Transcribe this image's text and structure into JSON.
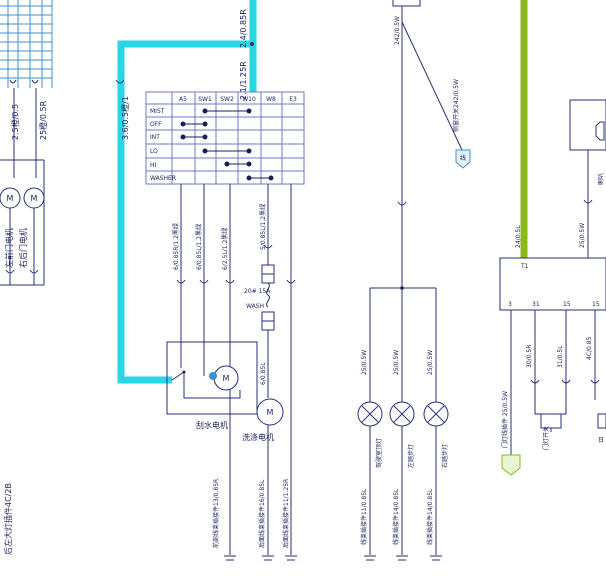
{
  "colors": {
    "wire": "#2a2f7a",
    "wire_light": "#3d8fd0",
    "highlight_cyan": "#29d6e6",
    "highlight_green": "#8ab81c",
    "background": "#ffffff"
  },
  "left": {
    "wire_labels": [
      "2.5橙/0.5",
      "25橙/0.5R"
    ],
    "motors": [
      "M",
      "M"
    ],
    "motor_labels": [
      "左前门电机",
      "右后门电机"
    ],
    "bottom_label": "后左大灯插件4C/2B"
  },
  "switch_table": {
    "columns": [
      "A5",
      "SW1",
      "SW2",
      "W10",
      "W8",
      "E3"
    ],
    "rows": [
      "MIST",
      "OFF",
      "INT",
      "LO",
      "HI",
      "WASHER"
    ],
    "top_wires": [
      "2.4/0.85R",
      "2.1/1.25R"
    ],
    "left_wire": "3.6/0.5橙/1",
    "column_wires": [
      "6/0.85R/1.2黑绿",
      "6/0.85L/1.2黑绿",
      "6/2.5L/1.2黑绿",
      "5/0.85L/1.2黑绿"
    ]
  },
  "fuse": {
    "label": "20# 15A",
    "sub": "WASH"
  },
  "motors_mid": {
    "wiper_label": "刮水电机",
    "washer_label": "洗涤电机",
    "motor_symbol": "M",
    "wire_washer": "6/0.85L"
  },
  "bottom_labels": [
    "前部线束插接件13/0.85R",
    "后面线束插接件16/0.85L",
    "后面线束插接件11/1.25R"
  ],
  "lamps": {
    "wires": [
      "25/0.5W",
      "25/0.5W",
      "25/0.5W"
    ],
    "labels": [
      "驾驶室顶灯",
      "左踏步灯",
      "右踏步灯"
    ],
    "bottom": [
      "线束插接件11/0.85L",
      "线束插接件14/0.85L",
      "线束插接件14/0.85L"
    ]
  },
  "right_mid": {
    "top_wire": "242/0.5W",
    "diag_label": "侧窗开关242/0.5W",
    "connector": "线"
  },
  "right_module": {
    "green_wire": "24/0.5L",
    "terminal_top": "T1",
    "pins": [
      "3",
      "31",
      "15",
      "15"
    ],
    "pin_wires": [
      "30/0.5R",
      "31/0.5L",
      "4C/0.85"
    ],
    "components": [
      "门灯开关",
      "日"
    ],
    "diag_label": "门灯线插件 25/0.5W",
    "side_wire": "25/0.5W",
    "side_label": "喇叭"
  }
}
